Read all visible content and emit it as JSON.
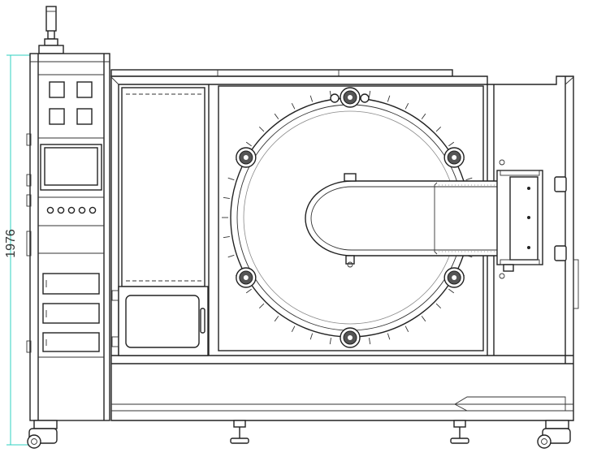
{
  "dimension": {
    "height_label": "1976"
  },
  "colors": {
    "line": "#222222",
    "dimension_line": "#2fd0c0",
    "background": "#ffffff"
  },
  "control_panel": {
    "button_count": 5,
    "indicator_count": 4
  },
  "chamber": {
    "bolt_count": 6
  }
}
